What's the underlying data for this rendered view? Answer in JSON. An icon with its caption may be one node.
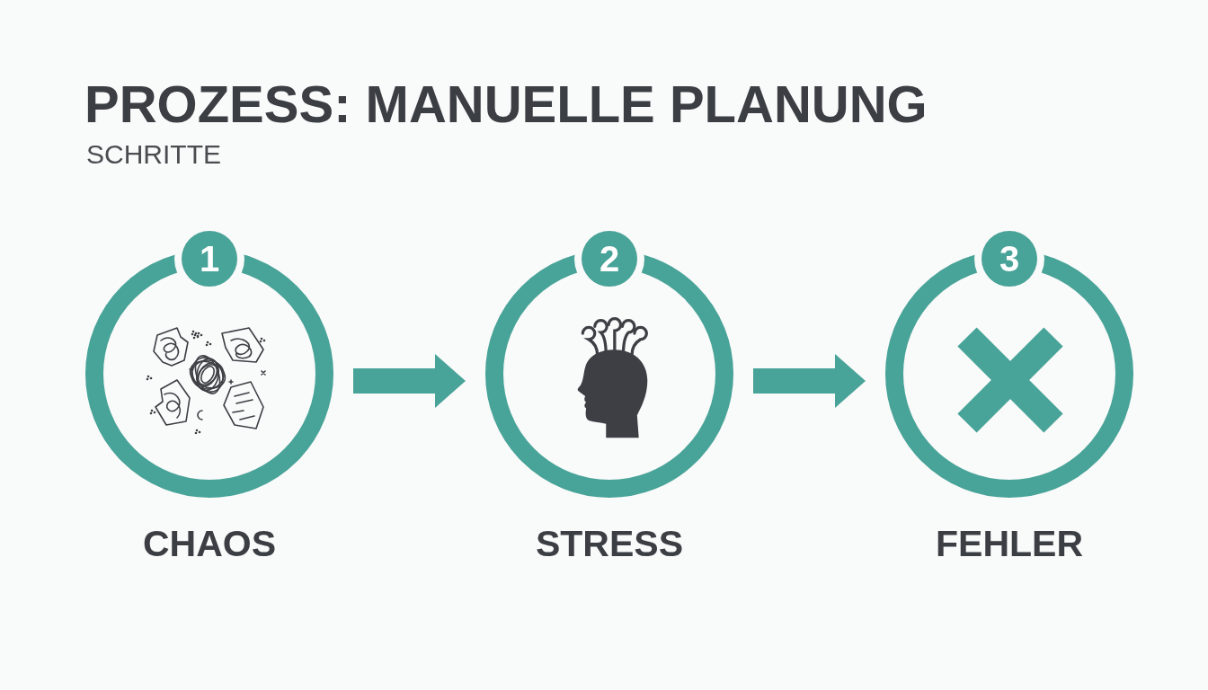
{
  "diagram": {
    "title": "PROZESS: MANUELLE PLANUNG",
    "nodes": [
      {
        "text": [
          "1",
          "CHAOS"
        ]
      },
      {
        "text": [
          "2",
          "STRESS"
        ]
      },
      {
        "text": [
          "3",
          "FEHLER"
        ]
      }
    ],
    "edges": [
      {
        "from": 0,
        "to": 1,
        "arrow": "to"
      },
      {
        "from": 1,
        "to": 2,
        "arrow": "to"
      }
    ],
    "labels": [
      "SCHRITTE"
    ]
  }
}
